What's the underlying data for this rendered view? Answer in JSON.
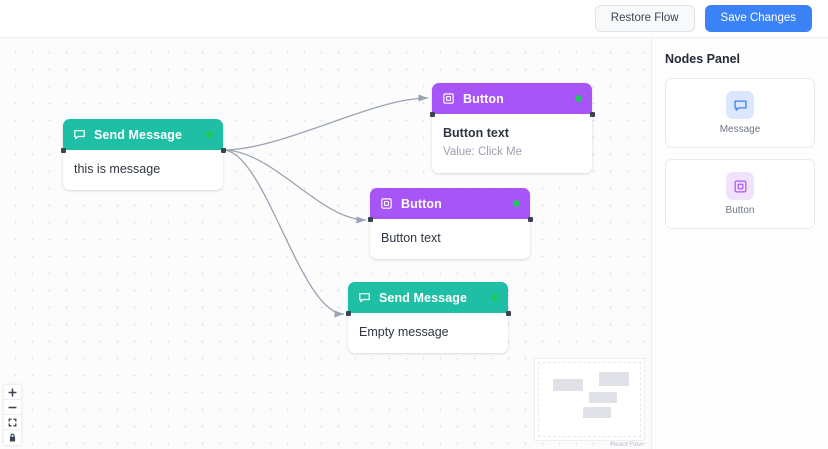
{
  "toolbar": {
    "restore_label": "Restore Flow",
    "save_label": "Save Changes"
  },
  "canvas": {
    "nodes": [
      {
        "id": "send-message-1",
        "type": "message",
        "title": "Send Message",
        "header_color": "#1fbfa6",
        "status_color": "#22c55e",
        "icon": "speech-bubble-icon",
        "body_primary": "this is message",
        "body_secondary": ""
      },
      {
        "id": "button-1",
        "type": "button",
        "title": "Button",
        "header_color": "#a855f7",
        "status_color": "#22c55e",
        "icon": "square-in-square-icon",
        "body_primary": "Button text",
        "body_secondary": "Value: Click Me"
      },
      {
        "id": "button-2",
        "type": "button",
        "title": "Button",
        "header_color": "#a855f7",
        "status_color": "#22c55e",
        "icon": "square-in-square-icon",
        "body_primary": "Button text",
        "body_secondary": ""
      },
      {
        "id": "send-message-2",
        "type": "message",
        "title": "Send Message",
        "header_color": "#1fbfa6",
        "status_color": "#22c55e",
        "icon": "speech-bubble-icon",
        "body_primary": "Empty message",
        "body_secondary": ""
      }
    ],
    "edge_color": "#9aa3b2",
    "attribution": "React Flow"
  },
  "controls": {
    "zoom_in": "zoom-in",
    "zoom_out": "zoom-out",
    "fit_view": "fit-view",
    "lock": "lock"
  },
  "panel": {
    "title": "Nodes Panel",
    "items": [
      {
        "label": "Message",
        "icon": "speech-bubble-icon",
        "accent": "#3b82f6",
        "tile": "#dbe7fe"
      },
      {
        "label": "Button",
        "icon": "square-in-square-icon",
        "accent": "#a855f7",
        "tile": "#f0e2fd"
      }
    ]
  }
}
